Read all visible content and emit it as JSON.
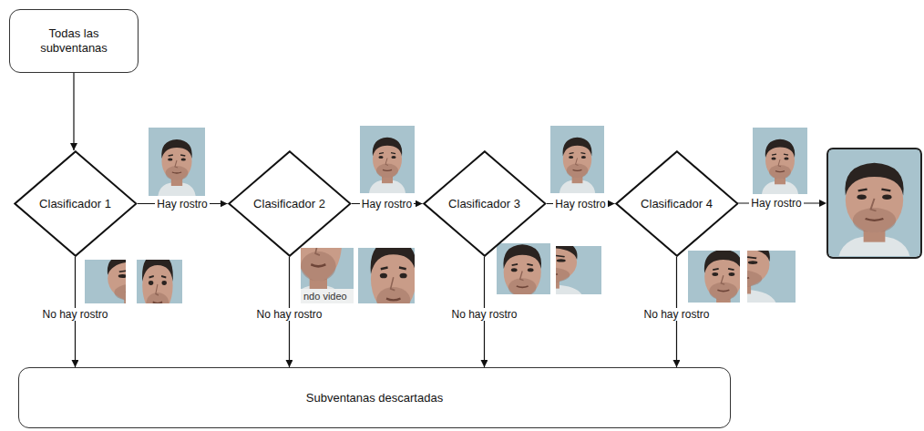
{
  "diagram": {
    "nodes": [
      {
        "text": [
          "Todas las subventanas"
        ]
      },
      {
        "text": [
          "Clasificador 1"
        ]
      },
      {
        "text": [
          "Clasificador 2"
        ]
      },
      {
        "text": [
          "Clasificador 3"
        ]
      },
      {
        "text": [
          "Clasificador 4"
        ]
      },
      {
        "text": [
          "Subventanas descartadas"
        ]
      }
    ],
    "edges": [
      {
        "from": 0,
        "to": 1,
        "arrow": "to"
      },
      {
        "from": 1,
        "to": 2,
        "label": "Hay rostro",
        "arrow": "to"
      },
      {
        "from": 2,
        "to": 3,
        "label": "Hay rostro",
        "arrow": "to"
      },
      {
        "from": 3,
        "to": 4,
        "label": "Hay rostro",
        "arrow": "to"
      },
      {
        "from": 1,
        "to": 5,
        "label": "No hay rostro",
        "arrow": "to"
      },
      {
        "from": 2,
        "to": 5,
        "label": "No hay rostro",
        "arrow": "to"
      },
      {
        "from": 3,
        "to": 5,
        "label": "No hay rostro",
        "arrow": "to"
      },
      {
        "from": 4,
        "to": 5,
        "label": "No hay rostro",
        "arrow": "to"
      }
    ],
    "labels": [
      "Hay rostro",
      "ndo video"
    ]
  }
}
